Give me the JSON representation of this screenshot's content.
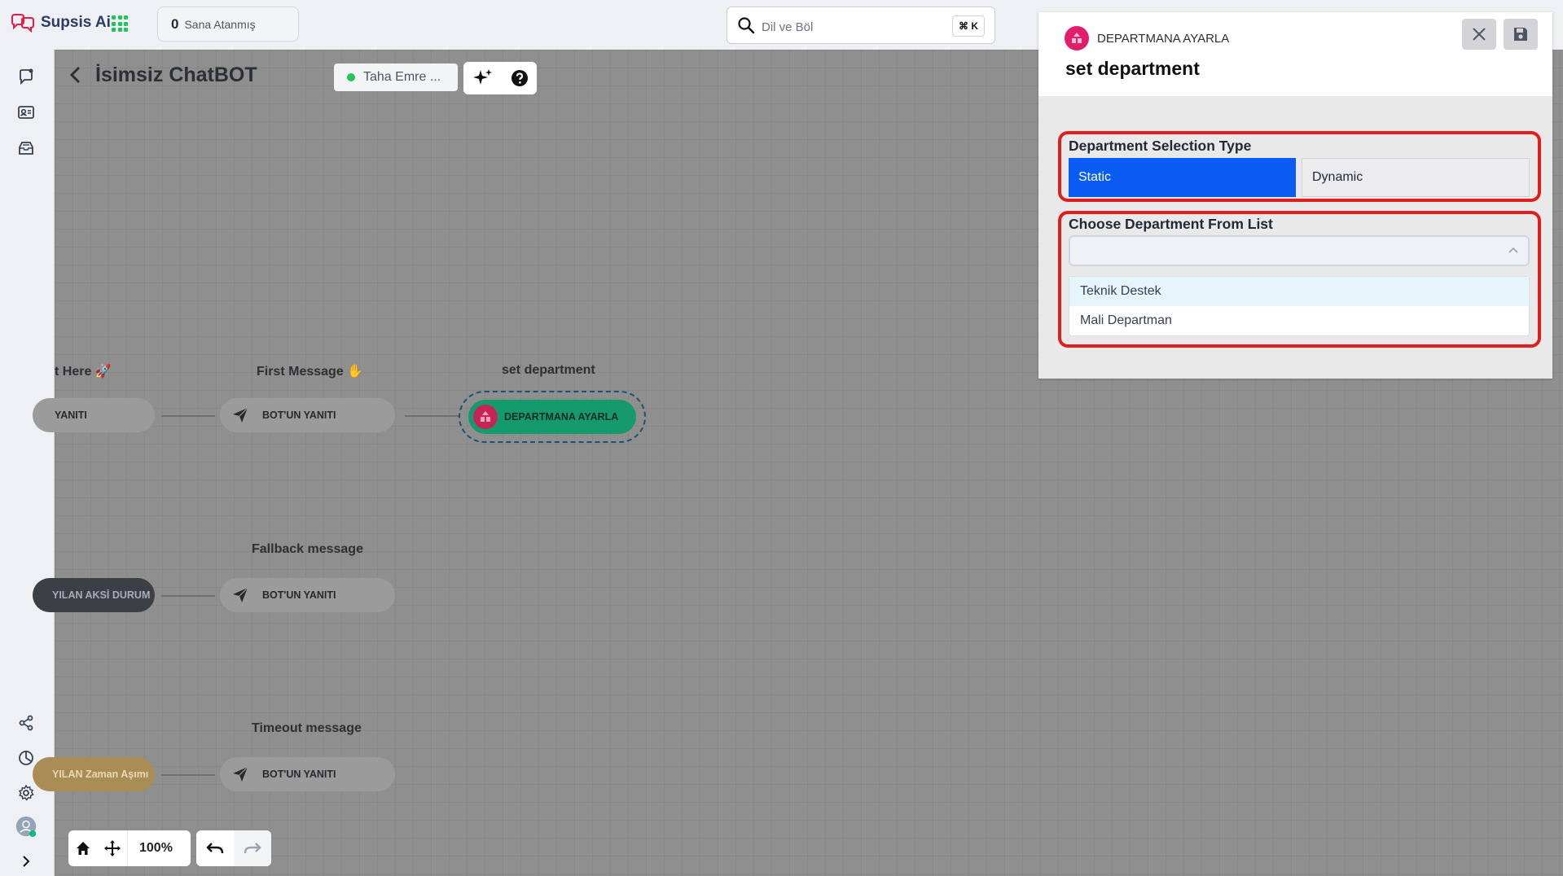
{
  "app": {
    "name": "Supsis Ai"
  },
  "header": {
    "assigned_count": "0",
    "assigned_label": "Sana Atanmış",
    "search_value": "Dil ve Böl",
    "search_shortcut": "⌘ K"
  },
  "editor": {
    "title": "İsimsiz ChatBOT",
    "user": "Taha Emre ...",
    "zoom": "100%"
  },
  "flow": {
    "start_label": "t Here 🚀",
    "start_node": "YANITI",
    "first_label": "First Message ✋",
    "first_node": "BOT'UN YANITI",
    "dept_label": "set department",
    "dept_node": "DEPARTMANA AYARLA",
    "fallback_label": "Fallback message",
    "fallback_trigger": "YILAN AKSİ DURUM",
    "fallback_node": "BOT'UN YANITI",
    "timeout_label": "Timeout message",
    "timeout_trigger": "YILAN Zaman Aşımı",
    "timeout_node": "BOT'UN YANITI"
  },
  "panel": {
    "kind": "DEPARTMANA AYARLA",
    "title": "set department",
    "selection_type_label": "Department Selection Type",
    "static_label": "Static",
    "dynamic_label": "Dynamic",
    "choose_label": "Choose Department From List",
    "options": [
      "Teknik Destek",
      "Mali Departman"
    ]
  },
  "colors": {
    "accent": "#0b5cf5",
    "node_green": "#159a6d",
    "highlight_red": "#e01e1e"
  }
}
